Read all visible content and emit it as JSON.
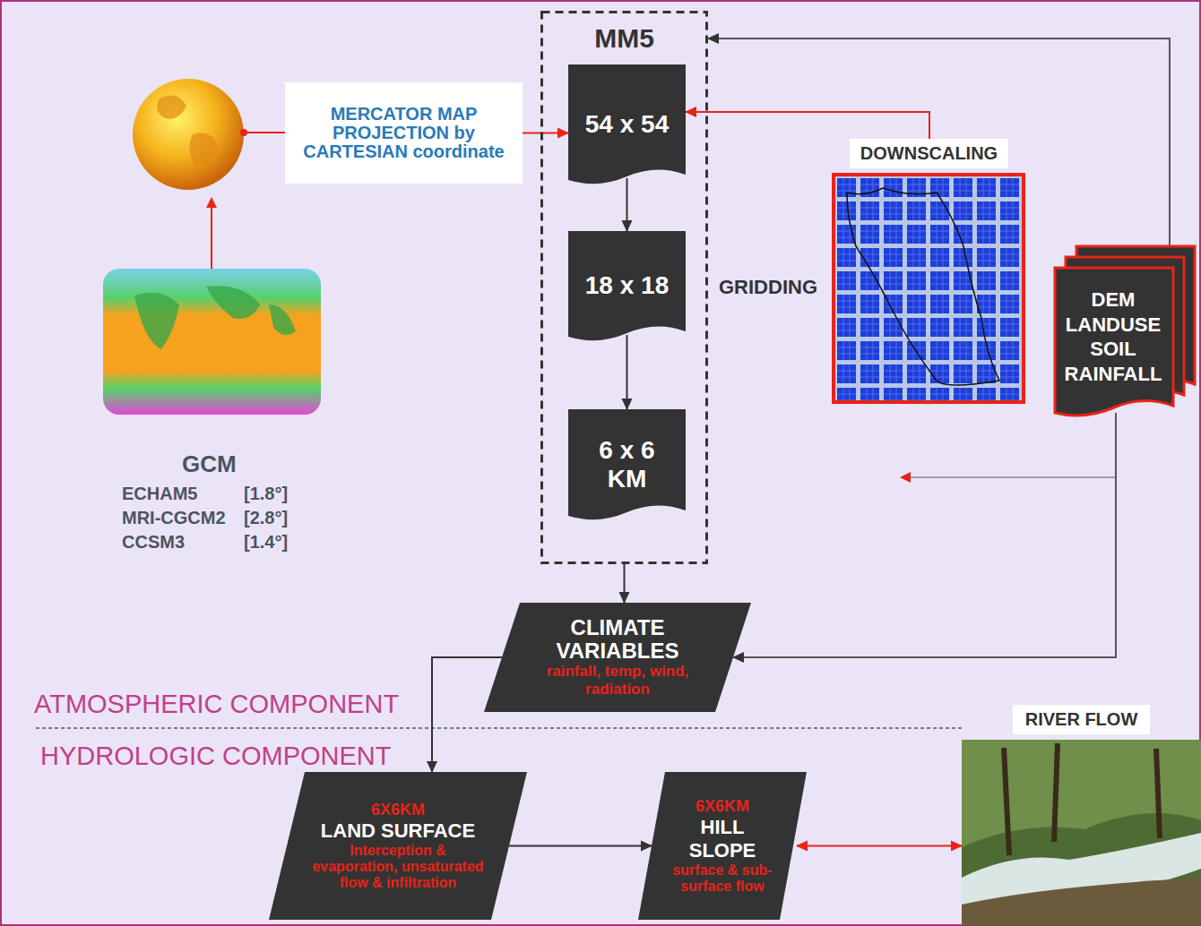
{
  "diagram": {
    "nodes": [
      {
        "text": [
          "MM5"
        ]
      },
      {
        "text": [
          "54 x 54"
        ],
        "in": 0
      },
      {
        "text": [
          "18 x 18"
        ],
        "in": 0
      },
      {
        "text": [
          "6 x 6 KM"
        ],
        "in": 0
      },
      {
        "text": [
          "MERCATOR MAP PROJECTION by CARTESIAN coordinate"
        ]
      },
      {
        "text": [
          "DOWNSCALING"
        ]
      },
      {
        "text": [
          "DEM LANDUSE SOIL RAINFALL"
        ]
      },
      {
        "text": [
          "CLIMATE VARIABLES",
          "rainfall, temp, wind, radiation"
        ]
      },
      {
        "text": [
          "6X6KM",
          "LAND SURFACE",
          "Interception & evaporation, unsaturated flow & infiltration"
        ]
      },
      {
        "text": [
          "6X6KM",
          "HILL SLOPE",
          "surface & sub-surface flow"
        ]
      },
      {
        "text": [
          "RIVER FLOW"
        ]
      }
    ],
    "edges": [
      {
        "from": 4,
        "to": 1,
        "arrow": "to"
      },
      {
        "from": 1,
        "to": 2,
        "arrow": "to"
      },
      {
        "from": 2,
        "to": 3,
        "arrow": "to"
      },
      {
        "from": 0,
        "to": 7,
        "arrow": "to"
      },
      {
        "from": 5,
        "to": 1,
        "arrow": "to"
      },
      {
        "from": 6,
        "to": 0,
        "arrow": "to"
      },
      {
        "from": 6,
        "to": 7,
        "arrow": "to"
      },
      {
        "from": 7,
        "to": 8,
        "arrow": "to"
      },
      {
        "from": 8,
        "to": 9,
        "arrow": "to"
      },
      {
        "from": 9,
        "to": 10,
        "arrow": "both"
      }
    ],
    "labels": [
      "GRIDDING",
      "GCM",
      "ECHAM5",
      "[1.8°]",
      "MRI-CGCM2",
      "[2.8°]",
      "CCSM3",
      "[1.4°]",
      "ATMOSPHERIC COMPONENT",
      "HYDROLOGIC COMPONENT"
    ]
  }
}
